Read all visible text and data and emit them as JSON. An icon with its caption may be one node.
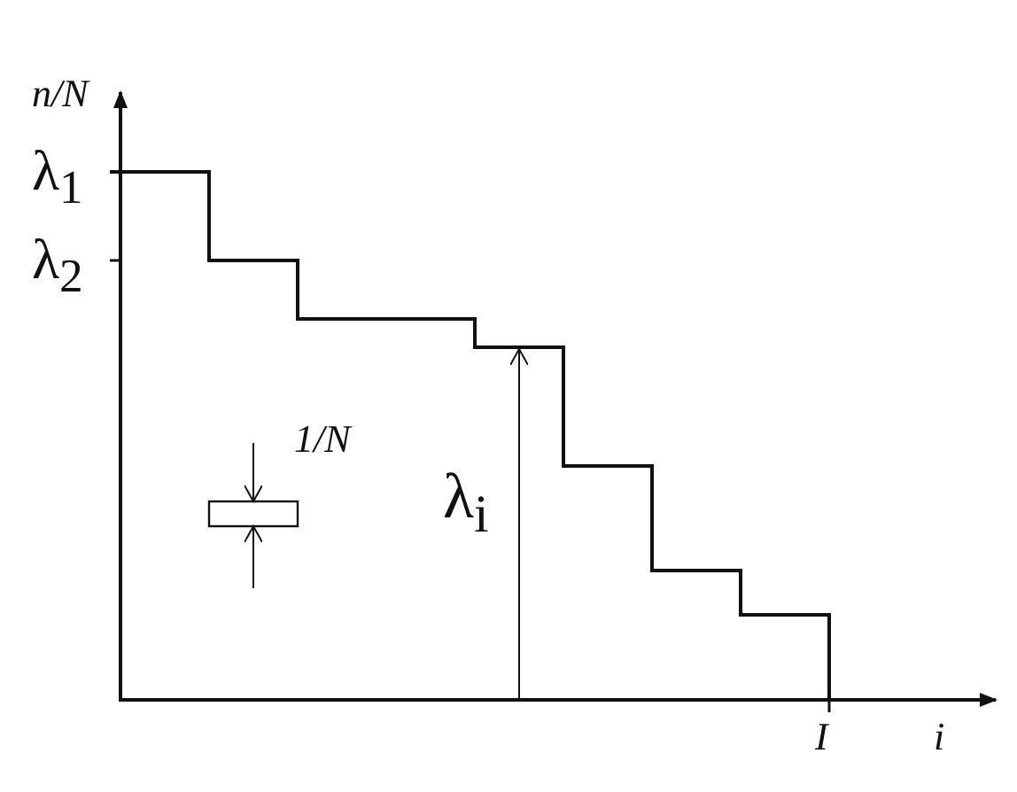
{
  "diagram": {
    "labels": [
      "n/N",
      "λ$_{1}$",
      "λ$_{2}$",
      "1/N",
      "λ$_{i}$",
      "I",
      "i"
    ]
  }
}
